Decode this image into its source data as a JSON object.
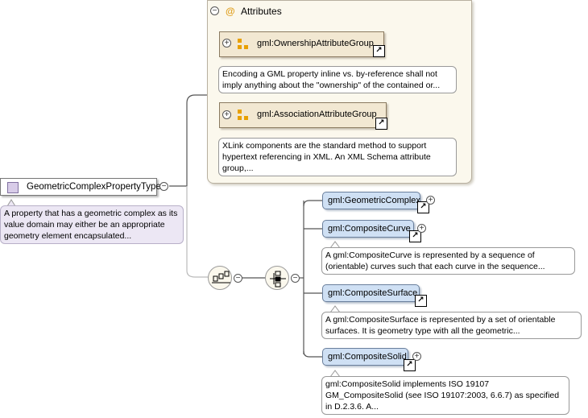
{
  "attributes": {
    "title": "Attributes",
    "at_symbol": "@",
    "groups": [
      {
        "name": "gml:OwnershipAttributeGroup",
        "doc": "Encoding a GML property inline vs. by-reference shall not imply anything about the \"ownership\" of the contained or..."
      },
      {
        "name": "gml:AssociationAttributeGroup",
        "doc": "XLink components are the standard method to support hypertext referencing in XML. An XML Schema attribute group,..."
      }
    ]
  },
  "root": {
    "name": "GeometricComplexPropertyType",
    "doc": "A property that has a geometric complex as its value domain may either be an appropriate geometry element encapsulated..."
  },
  "elements": [
    {
      "name": "gml:GeometricComplex",
      "doc": ""
    },
    {
      "name": "gml:CompositeCurve",
      "doc": "A gml:CompositeCurve is represented by a sequence of (orientable) curves such that each curve in the sequence..."
    },
    {
      "name": "gml:CompositeSurface",
      "doc": "A gml:CompositeSurface is represented by a set of orientable surfaces. It is geometry type with all the geometric..."
    },
    {
      "name": "gml:CompositeSolid",
      "doc": "gml:CompositeSolid implements ISO 19107 GM_CompositeSolid (see ISO 19107:2003, 6.6.7) as specified in D.2.3.6. A..."
    }
  ],
  "symbols": {
    "collapse": "−",
    "expand": "+",
    "link": "↗"
  }
}
